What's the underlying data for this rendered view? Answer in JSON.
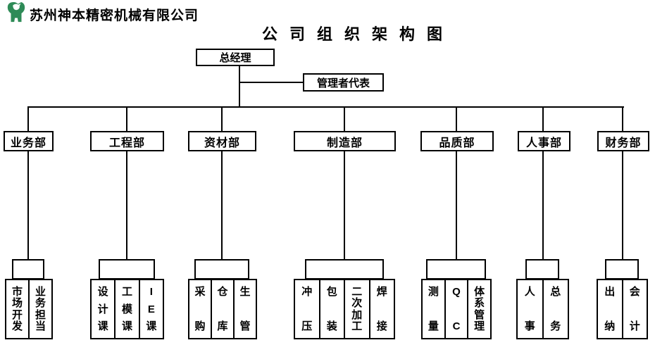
{
  "header": {
    "company_name": "苏州神本精密机械有限公司",
    "logo_icon": "green-emblem-bird-logo"
  },
  "title": "公司组织架构图",
  "top_boxes": {
    "general_manager": "总经理",
    "management_representative": "管理者代表"
  },
  "departments": [
    {
      "label": "业务部",
      "sub_units": [
        "市场开发",
        "业务担当"
      ]
    },
    {
      "label": "工程部",
      "sub_units": [
        "设计课",
        "工模课",
        "IE课"
      ]
    },
    {
      "label": "资材部",
      "sub_units": [
        "采购",
        "仓库",
        "生管"
      ]
    },
    {
      "label": "制造部",
      "sub_units": [
        "冲压",
        "包装",
        "二次加工",
        "焊接"
      ]
    },
    {
      "label": "品质部",
      "sub_units": [
        "测量",
        "QC",
        "体系管理"
      ]
    },
    {
      "label": "人事部",
      "sub_units": [
        "人事",
        "总务"
      ]
    },
    {
      "label": "财务部",
      "sub_units": [
        "出纳",
        "会计"
      ]
    }
  ],
  "colors": {
    "line": "#000000",
    "background": "#ffffff",
    "text": "#000000",
    "logo_green": "#2e8b57"
  }
}
